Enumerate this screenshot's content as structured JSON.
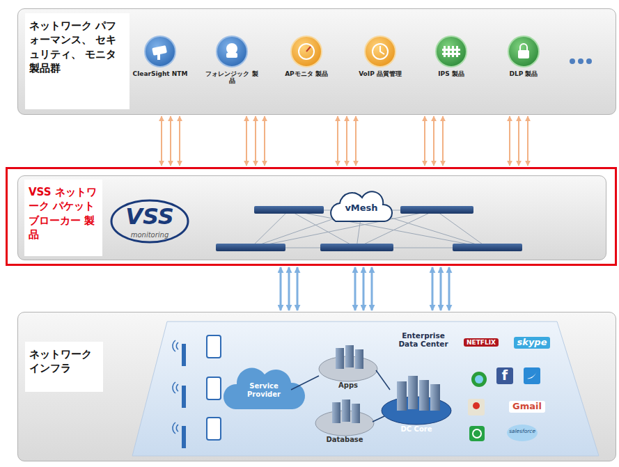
{
  "diagram": {
    "nodes": [
      {
        "text": [
          "ネットワーク パフォーマンス、 セキュリティ、 モニタ製品群"
        ]
      },
      {
        "text": [
          "VSS ネットワーク パケット ブローカー 製品"
        ]
      },
      {
        "text": [
          "ネットワーク インフラ"
        ]
      },
      {
        "text": [
          "Enterprise Data Center"
        ],
        "in": 2
      }
    ],
    "edges": [
      {
        "from": 0,
        "to": 1,
        "arrow": "both"
      },
      {
        "from": 0,
        "to": 1,
        "arrow": "both"
      },
      {
        "from": 0,
        "to": 1,
        "arrow": "both"
      },
      {
        "from": 0,
        "to": 1,
        "arrow": "both"
      },
      {
        "from": 0,
        "to": 1,
        "arrow": "both"
      },
      {
        "from": 0,
        "to": 1,
        "arrow": "both"
      },
      {
        "from": 0,
        "to": 1,
        "arrow": "both"
      },
      {
        "from": 0,
        "to": 1,
        "arrow": "both"
      },
      {
        "from": 0,
        "to": 1,
        "arrow": "both"
      },
      {
        "from": 0,
        "to": 1,
        "arrow": "both"
      },
      {
        "from": 0,
        "to": 1,
        "arrow": "both"
      },
      {
        "from": 0,
        "to": 1,
        "arrow": "both"
      },
      {
        "from": 0,
        "to": 1,
        "arrow": "both"
      },
      {
        "from": 0,
        "to": 1,
        "arrow": "both"
      },
      {
        "from": 0,
        "to": 1,
        "arrow": "both"
      },
      {
        "from": 1,
        "to": 2,
        "arrow": "both"
      },
      {
        "from": 1,
        "to": 2,
        "arrow": "both"
      },
      {
        "from": 1,
        "to": 2,
        "arrow": "both"
      },
      {
        "from": 1,
        "to": 2,
        "arrow": "both"
      },
      {
        "from": 1,
        "to": 2,
        "arrow": "both"
      },
      {
        "from": 1,
        "to": 2,
        "arrow": "both"
      },
      {
        "from": 1,
        "to": 2,
        "arrow": "both"
      },
      {
        "from": 1,
        "to": 2,
        "arrow": "both"
      },
      {
        "from": 1,
        "to": 2,
        "arrow": "both"
      }
    ],
    "labels": [
      "ClearSight NTM",
      "フォレンジック 製品",
      "APモニタ 製品",
      "VoIP 品質管理",
      "IPS 製品",
      "DLP 製品",
      "VSS",
      "monitoring",
      "vMesh",
      "Service Provider",
      "Apps",
      "Database",
      "DC Core",
      "NETFLIX",
      "skype",
      "f",
      "Gmail",
      "salesforce"
    ]
  }
}
